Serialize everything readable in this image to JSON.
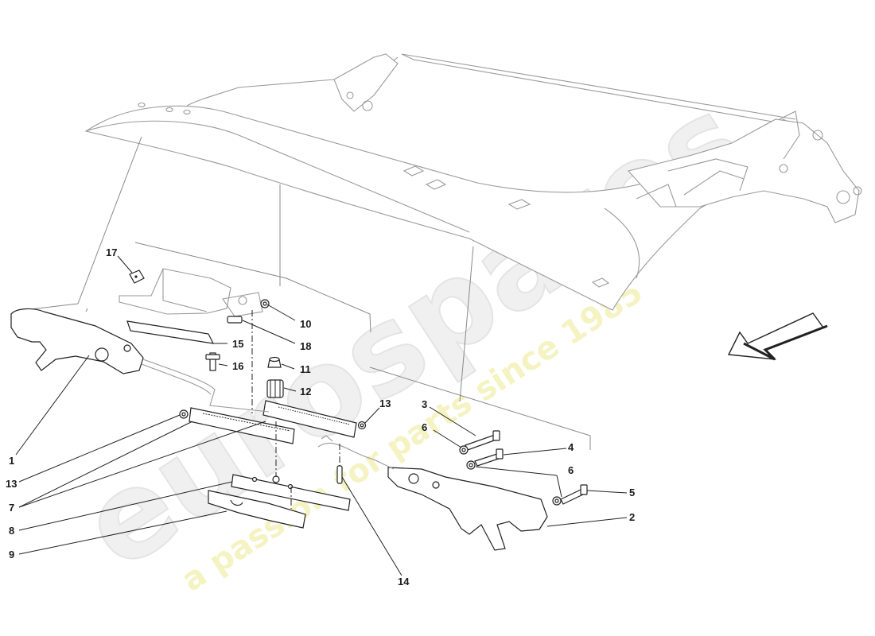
{
  "diagram": {
    "callouts": [
      {
        "id": "c1",
        "label": "1"
      },
      {
        "id": "c2",
        "label": "2"
      },
      {
        "id": "c3",
        "label": "3"
      },
      {
        "id": "c4",
        "label": "4"
      },
      {
        "id": "c5",
        "label": "5"
      },
      {
        "id": "c6a",
        "label": "6"
      },
      {
        "id": "c6b",
        "label": "6"
      },
      {
        "id": "c7",
        "label": "7"
      },
      {
        "id": "c8",
        "label": "8"
      },
      {
        "id": "c9",
        "label": "9"
      },
      {
        "id": "c10",
        "label": "10"
      },
      {
        "id": "c11",
        "label": "11"
      },
      {
        "id": "c12",
        "label": "12"
      },
      {
        "id": "c13a",
        "label": "13"
      },
      {
        "id": "c13b",
        "label": "13"
      },
      {
        "id": "c14",
        "label": "14"
      },
      {
        "id": "c15",
        "label": "15"
      },
      {
        "id": "c16",
        "label": "16"
      },
      {
        "id": "c17",
        "label": "17"
      },
      {
        "id": "c18",
        "label": "18"
      }
    ]
  },
  "watermark": {
    "brand": "eurospares",
    "tagline": "a passion for parts since 1985",
    "color": "#e8e8e8",
    "tagline_color": "#f2f0b0"
  }
}
